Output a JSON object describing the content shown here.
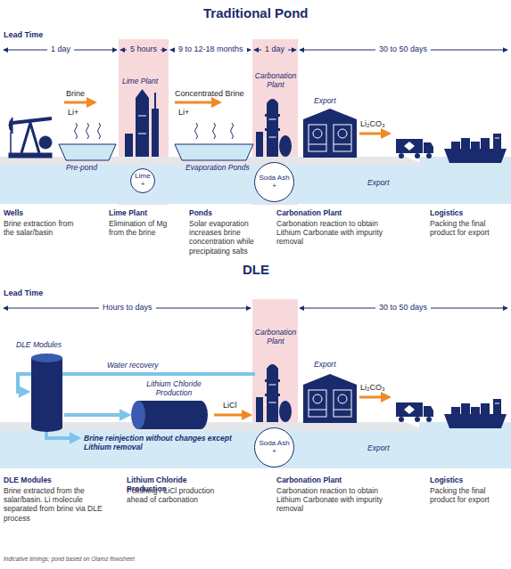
{
  "diagram": {
    "nodes": [
      {
        "text": [
          "Lime",
          "+"
        ]
      },
      {
        "text": [
          "Soda Ash",
          "+"
        ]
      },
      {
        "text": [
          "Soda Ash",
          "+"
        ]
      }
    ],
    "labels": [
      "Traditional Pond",
      "Lead Time",
      "1 day",
      "5 hours",
      "9 to 12-18 months",
      "1 day",
      "30 to 50 days",
      "Brine",
      "Li+",
      "Lime Plant",
      "Concentrated Brine",
      "Li+",
      "Carbonation Plant",
      "Export",
      "Li₂CO₃",
      "Pre-pond",
      "Evaporation Ponds",
      "Export",
      "Wells",
      "Brine extraction from the salar/basin",
      "Lime Plant",
      "Elimination of Mg from the brine",
      "Ponds",
      "Solar evaporation increases brine concentration while precipitating salts",
      "Carbonation Plant",
      "Carbonation reaction to obtain Lithium Carbonate with impurity removal",
      "Logistics",
      "Packing the final product for export",
      "DLE",
      "Lead Time",
      "Hours to days",
      "30 to 50 days",
      "DLE Modules",
      "Water recovery",
      "Lithium Chloride Production",
      "LiCl",
      "Carbonation Plant",
      "Export",
      "Li₂CO₃",
      "Brine reinjection without changes except Lithium removal",
      "Export",
      "DLE Modules",
      "Brine extracted from the salar/basin. Li molecule separated from brine via DLE process",
      "Lithium Chloride Production",
      "Polishing / LiCl production ahead of carbonation",
      "Carbonation Plant",
      "Carbonation reaction to obtain Lithium Carbonate with impurity removal",
      "Logistics",
      "Packing the final product for export",
      "Indicative timings; pond based on Olaroz flowsheet"
    ]
  }
}
